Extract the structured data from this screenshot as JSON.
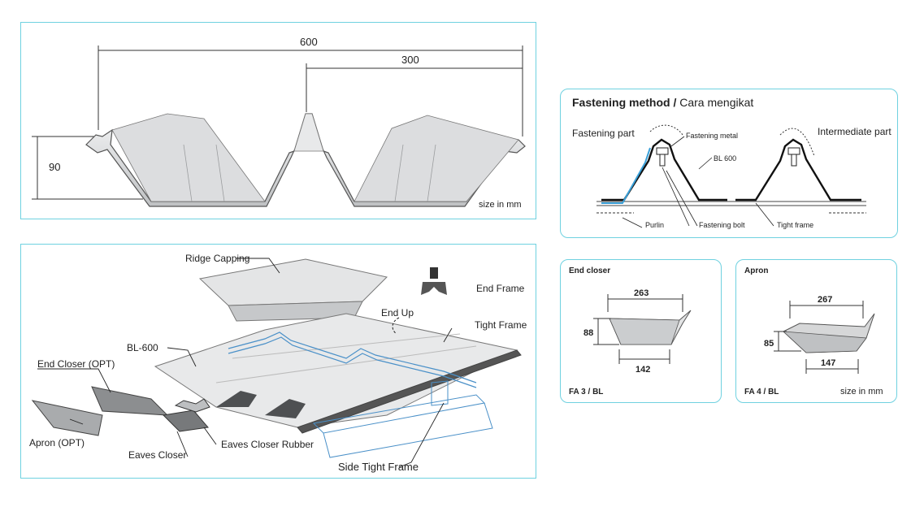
{
  "profile": {
    "dim_total": "600",
    "dim_half": "300",
    "dim_height": "90",
    "size_note": "size in mm"
  },
  "assembly": {
    "ridge_capping": "Ridge Capping",
    "end_frame": "End Frame",
    "end_up": "End Up",
    "tight_frame": "Tight Frame",
    "bl600": "BL-600",
    "end_closer": "End Closer (OPT)",
    "apron": "Apron  (OPT)",
    "eaves_closer": "Eaves Closer",
    "eaves_closer_rubber": "Eaves Closer Rubber",
    "side_tight_frame": "Side Tight Frame"
  },
  "fastening": {
    "title_bold": "Fastening method /",
    "title_normal": " Cara mengikat",
    "fastening_part": "Fastening part",
    "intermediate_part": "Intermediate part",
    "fastening_metal": "Fastening metal",
    "bl600": "BL 600",
    "purlin": "Purlin",
    "fastening_bolt": "Fastening bolt",
    "tight_frame": "Tight frame"
  },
  "end_closer": {
    "title": "End closer",
    "dim_top": "263",
    "dim_height": "88",
    "dim_bottom": "142",
    "code": "FA 3 / BL"
  },
  "apron": {
    "title": "Apron",
    "dim_top": "267",
    "dim_height": "85",
    "dim_bottom": "147",
    "code": "FA 4 / BL",
    "size_note": "size in mm"
  },
  "colors": {
    "border": "#6fd1e0",
    "metal_light": "#e6e7e8",
    "metal_mid": "#c9cbcd",
    "metal_dark": "#8a8c8e",
    "frame_blue": "#4a90c8"
  }
}
